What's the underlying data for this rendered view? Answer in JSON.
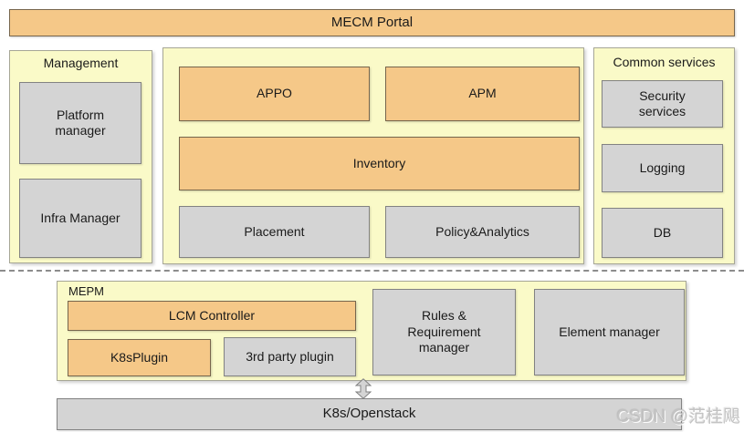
{
  "portal": {
    "label": "MECM Portal"
  },
  "management": {
    "title": "Management",
    "platform_manager": "Platform manager",
    "infra_manager": "Infra Manager"
  },
  "mecm_core": {
    "appo": "APPO",
    "apm": "APM",
    "inventory": "Inventory",
    "placement": "Placement",
    "policy_analytics": "Policy&Analytics"
  },
  "common_services": {
    "title": "Common services",
    "security_services": "Security services",
    "logging": "Logging",
    "db": "DB"
  },
  "mepm": {
    "title": "MEPM",
    "lcm_controller": "LCM Controller",
    "k8s_plugin": "K8sPlugin",
    "third_party_plugin": "3rd party plugin",
    "rules_requirement_manager": "Rules & Requirement manager",
    "element_manager": "Element manager"
  },
  "infrastructure": {
    "label": "K8s/Openstack"
  },
  "watermark": {
    "label": "CSDN @范桂飓"
  },
  "icons": {
    "mepm_to_infra": "double-headed-vertical-arrow"
  },
  "colors": {
    "block_orange": "#f5c888",
    "panel_yellow": "#fafac8",
    "block_gray": "#d4d4d4",
    "separator_gray": "#8c8c8c"
  }
}
